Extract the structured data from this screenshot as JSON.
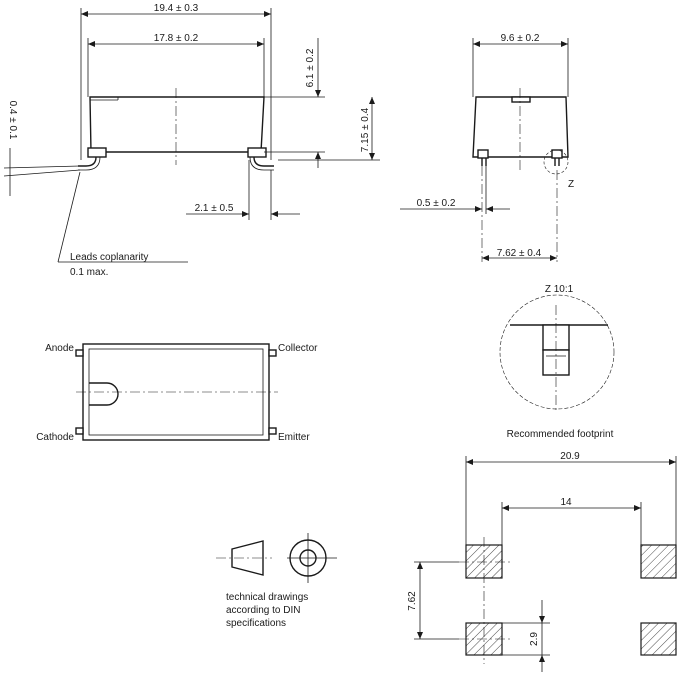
{
  "dimensions": {
    "overall_length": "19.4 ± 0.3",
    "body_length": "17.8 ± 0.2",
    "lead_thickness": "0.4 ± 0.1",
    "body_height": "6.1 ± 0.2",
    "total_height": "7.15 ± 0.4",
    "lead_foot": "2.1 ± 0.5",
    "body_width": "9.6 ± 0.2",
    "lead_width": "0.5 ± 0.2",
    "lead_pitch": "7.62 ± 0.4"
  },
  "notes": {
    "coplanarity_line1": "Leads coplanarity",
    "coplanarity_line2": "0.1 max.",
    "detail_label": "Z",
    "detail_view_label": "Z 10:1",
    "din_line1": "technical drawings",
    "din_line2": "according to DIN",
    "din_line3": "specifications"
  },
  "pins": {
    "anode": "Anode",
    "cathode": "Cathode",
    "collector": "Collector",
    "emitter": "Emitter"
  },
  "footprint": {
    "title": "Recommended footprint",
    "span": "20.9",
    "inner": "14",
    "row_pitch": "7.62",
    "pad_size": "2.9"
  }
}
